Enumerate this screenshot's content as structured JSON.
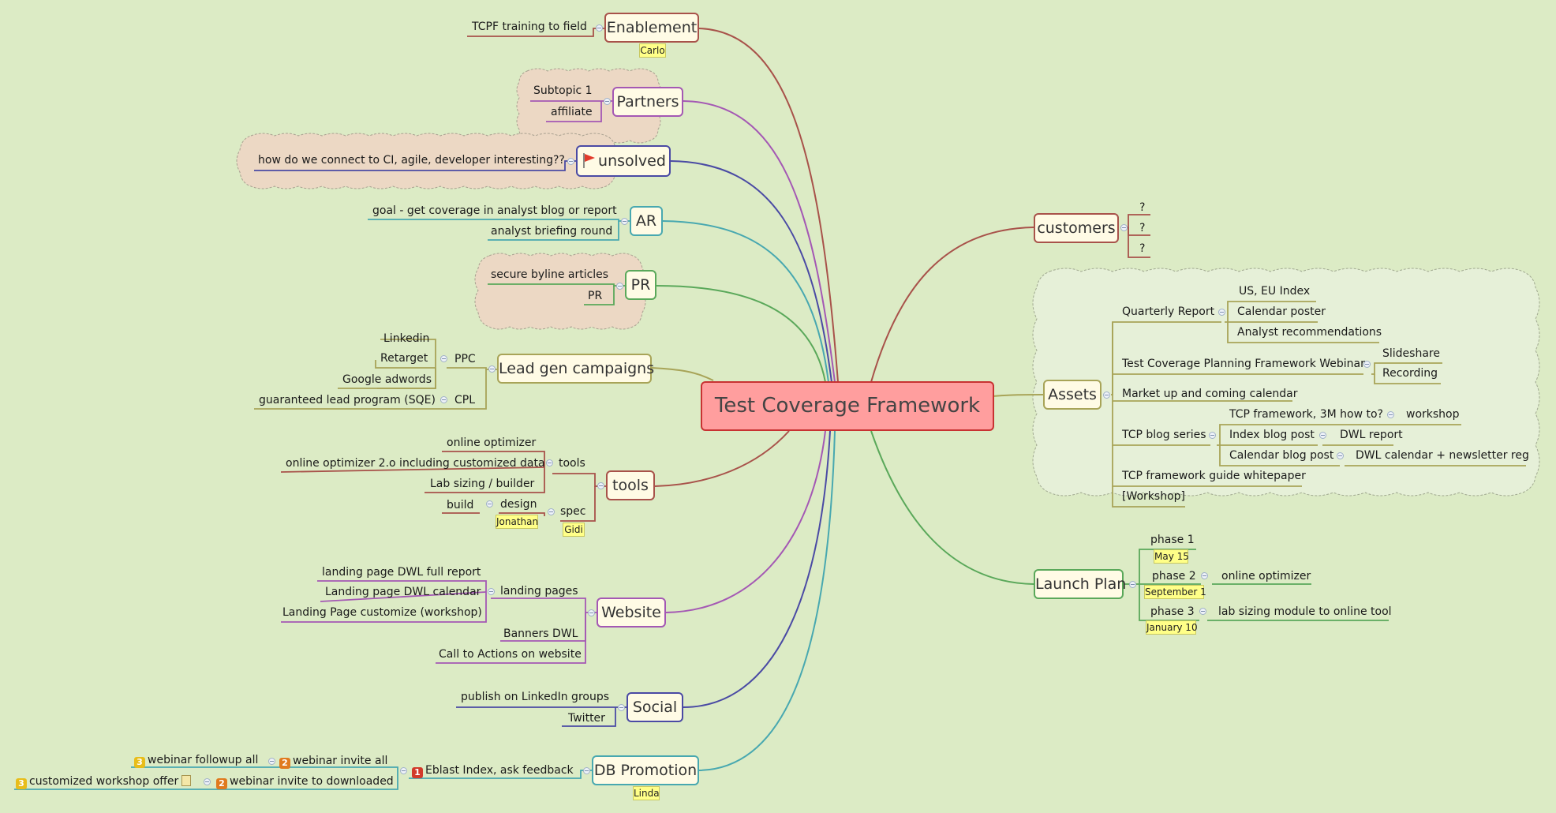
{
  "central": "Test Coverage Framework",
  "enablement": {
    "title": "Enablement",
    "note": "Carlo",
    "items": [
      "TCPF training to field"
    ]
  },
  "partners": {
    "title": "Partners",
    "items": [
      "Subtopic 1",
      "affiliate"
    ]
  },
  "unsolved": {
    "title": "unsolved",
    "items": [
      "how do we connect to CI, agile, developer interesting??"
    ]
  },
  "ar": {
    "title": "AR",
    "items": [
      "goal - get coverage in analyst blog or report",
      "analyst briefing round"
    ]
  },
  "pr": {
    "title": "PR",
    "items": [
      "secure byline articles",
      "PR"
    ]
  },
  "leadgen": {
    "title": "Lead gen campaigns",
    "ppc": "PPC",
    "ppc_items": [
      "Linkedin",
      "Retarget",
      "Google adwords"
    ],
    "cpl": "CPL",
    "cpl_items": [
      "guaranteed lead program (SQE)"
    ]
  },
  "tools": {
    "title": "tools",
    "tools_label": "tools",
    "tools_items": [
      "online optimizer",
      "online optimizer 2.o including customized data",
      "Lab sizing / builder"
    ],
    "spec": "spec",
    "spec_note": "Gidi",
    "design": "design",
    "design_note": "Jonathan",
    "build": "build"
  },
  "website": {
    "title": "Website",
    "landing": "landing pages",
    "landing_items": [
      "landing page DWL full report",
      "Landing page DWL calendar",
      "Landing Page customize (workshop)"
    ],
    "banners": "Banners DWL",
    "cta": "Call to Actions on website"
  },
  "social": {
    "title": "Social",
    "items": [
      "publish on LinkedIn groups",
      "Twitter"
    ]
  },
  "dbpromo": {
    "title": "DB Promotion",
    "note": "Linda",
    "eblast": "Eblast Index, ask feedback",
    "eblast_prio": "1",
    "invite_all": "webinar invite all",
    "invite_all_prio": "2",
    "followup_all": "webinar followup all",
    "followup_all_prio": "3",
    "invite_downloaded": "webinar invite to downloaded",
    "invite_downloaded_prio": "2",
    "workshop_offer": "customized workshop offer",
    "workshop_offer_prio": "3"
  },
  "customers": {
    "title": "customers",
    "items": [
      "?",
      "?",
      "?"
    ]
  },
  "assets": {
    "title": "Assets",
    "quarterly": "Quarterly Report",
    "quarterly_items": [
      "US, EU Index",
      "Calendar poster",
      "Analyst recommendations"
    ],
    "webinar": "Test Coverage Planning Framework Webinar",
    "webinar_items": [
      "Slideshare",
      "Recording"
    ],
    "market": "Market up and coming calendar",
    "blog": "TCP blog series",
    "blog_items": [
      {
        "label": "TCP framework, 3M how to?",
        "child": "workshop"
      },
      {
        "label": "Index blog post",
        "child": "DWL report"
      },
      {
        "label": "Calendar blog post",
        "child": "DWL calendar + newsletter reg"
      }
    ],
    "guide": "TCP framework guide whitepaper",
    "workshop": "[Workshop]"
  },
  "launch": {
    "title": "Launch Plan",
    "phases": [
      {
        "label": "phase 1",
        "note": "May 15",
        "child": ""
      },
      {
        "label": "phase 2",
        "note": "September  1",
        "child": "online optimizer"
      },
      {
        "label": "phase 3",
        "note": "January 10",
        "child": "lab sizing module to online tool"
      }
    ]
  },
  "colors": {
    "brown": "#a8524a",
    "purple": "#a458b4",
    "indigo": "#4a4aa4",
    "teal": "#48a8b0",
    "green": "#5aa85a",
    "olive": "#a8a458",
    "central_fill": "#ff9e9e",
    "central_border": "#c83232",
    "background": "#dcebc5",
    "cloud_tan": "#ecd8c4",
    "cloud_green": "#e6f0d8"
  }
}
